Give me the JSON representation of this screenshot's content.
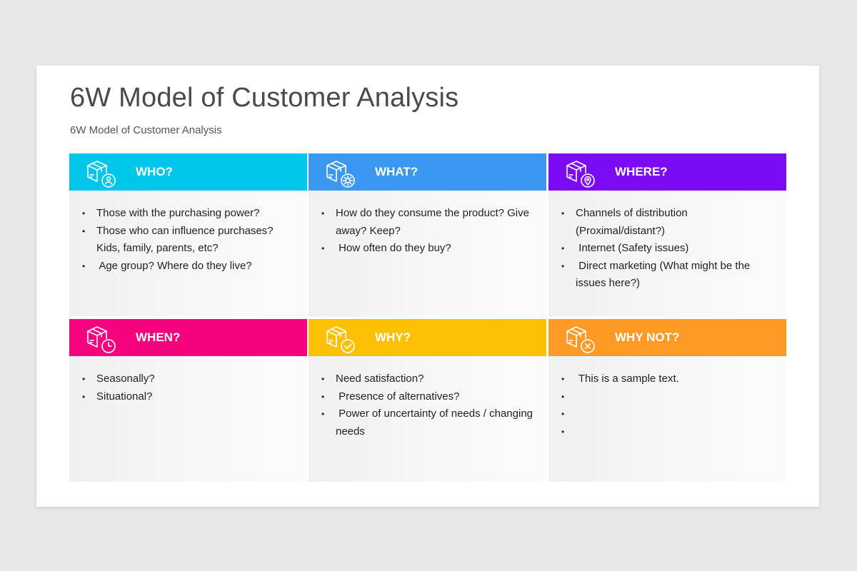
{
  "title": "6W Model of Customer Analysis",
  "subtitle": "6W Model of Customer Analysis",
  "cards": [
    {
      "label": "WHO?",
      "color": "#00c6ec",
      "icon": "box-person-icon",
      "items": [
        "Those with the purchasing power?",
        "Those who can influence purchases? Kids, family, parents, etc?",
        " Age group? Where do they live?"
      ]
    },
    {
      "label": "WHAT?",
      "color": "#3b97ef",
      "icon": "box-gear-icon",
      "items": [
        "How do they consume the product? Give away? Keep?",
        " How often do they buy?"
      ]
    },
    {
      "label": "WHERE?",
      "color": "#7b0bf5",
      "icon": "box-location-icon",
      "items": [
        "Channels of distribution (Proximal/distant?)",
        " Internet (Safety issues)",
        " Direct marketing (What might be the issues here?)"
      ]
    },
    {
      "label": "WHEN?",
      "color": "#f5037f",
      "icon": "box-clock-icon",
      "items": [
        "Seasonally?",
        "Situational?"
      ]
    },
    {
      "label": "WHY?",
      "color": "#fdc003",
      "icon": "box-check-icon",
      "items": [
        "Need satisfaction?",
        " Presence of alternatives?",
        " Power of uncertainty of needs / changing needs"
      ]
    },
    {
      "label": "WHY NOT?",
      "color": "#fd9a26",
      "icon": "box-cross-icon",
      "items": [
        " This is a sample text.",
        "",
        "",
        ""
      ]
    }
  ]
}
